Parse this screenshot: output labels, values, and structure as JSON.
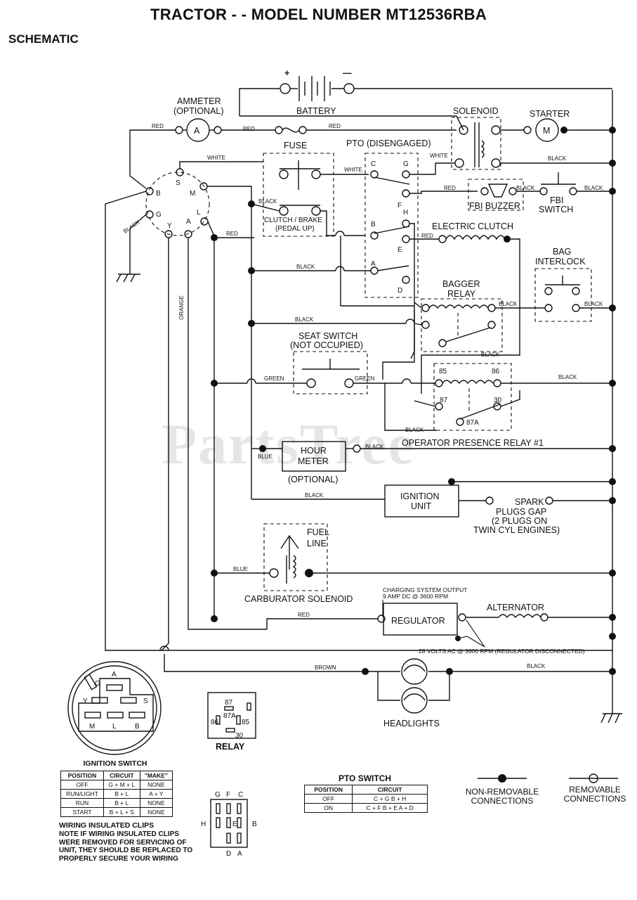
{
  "title": "TRACTOR - - MODEL NUMBER MT12536RBA",
  "subtitle": "SCHEMATIC",
  "watermark": "PartsTree",
  "labels": {
    "ammeter": "AMMETER",
    "ammeter_optional": "(OPTIONAL)",
    "battery": "BATTERY",
    "battery_plus": "+",
    "battery_minus": "—",
    "solenoid": "SOLENOID",
    "starter": "STARTER",
    "starter_symbol": "M",
    "ammeter_symbol": "A",
    "fuse": "FUSE",
    "pto": "PTO (DISENGAGED)",
    "clutch_brake": "CLUTCH / BRAKE",
    "pedal_up": "(PEDAL UP)",
    "fbi_buzzer": "FBI BUZZER",
    "fbi_switch_1": "FBI",
    "fbi_switch_2": "SWITCH",
    "electric_clutch": "ELECTRIC CLUTCH",
    "bag_interlock_1": "BAG",
    "bag_interlock_2": "INTERLOCK",
    "bagger_relay_1": "BAGGER",
    "bagger_relay_2": "RELAY",
    "seat_switch_1": "SEAT SWITCH",
    "seat_switch_2": "(NOT OCCUPIED)",
    "operator_relay": "OPERATOR PRESENCE RELAY #1",
    "hour_meter_1": "HOUR",
    "hour_meter_2": "METER",
    "hour_optional": "(OPTIONAL)",
    "ignition_unit_1": "IGNITION",
    "ignition_unit_2": "UNIT",
    "spark_1": "SPARK",
    "spark_2": "PLUGS GAP",
    "spark_3": "(2 PLUGS ON",
    "spark_4": "TWIN CYL  ENGINES)",
    "fuel_1": "FUEL",
    "fuel_2": "LINE",
    "carb_solenoid": "CARBURATOR SOLENOID",
    "charging_1": "CHARGING SYSTEM OUTPUT",
    "charging_2": "9 AMP DC @ 3600 RPM",
    "regulator": "REGULATOR",
    "alternator": "ALTERNATOR",
    "volts_ac": "28 VOLTS AC @ 3600 RPM (REGULATOR DISCONNECTED)",
    "headlights": "HEADLIGHTS",
    "relay": "RELAY",
    "ignition_switch": "IGNITION SWITCH",
    "wiring_clips": "WIRING INSULATED CLIPS",
    "wiring_note": "NOTE  IF WIRING INSULATED CLIPS WERE REMOVED FOR SERVICING OF UNIT, THEY SHOULD BE REPLACED TO PROPERLY SECURE YOUR WIRING",
    "pto_switch": "PTO SWITCH",
    "non_removable": "NON-REMOVABLE CONNECTIONS",
    "removable": "REMOVABLE CONNECTIONS"
  },
  "wires": {
    "red": "RED",
    "white": "WHITE",
    "black": "BLACK",
    "orange": "ORANGE",
    "green": "GREEN",
    "blue": "BLUE",
    "brown": "BROWN"
  },
  "terminals": {
    "ign": [
      "B",
      "S",
      "M",
      "G",
      "Y",
      "A",
      "L"
    ],
    "pto": [
      "C",
      "G",
      "F",
      "H",
      "B",
      "E",
      "A",
      "D"
    ],
    "relay": [
      "85",
      "86",
      "87",
      "30",
      "87A"
    ],
    "relay_icon": [
      "87",
      "87A",
      "86",
      "85",
      "30"
    ],
    "key": [
      "G",
      "A",
      "Y",
      "S",
      "M",
      "L",
      "B"
    ],
    "pto_plug": [
      "G",
      "F",
      "C",
      "H",
      "E",
      "B",
      "D",
      "A"
    ]
  },
  "ignition_table": {
    "headers": [
      "POSITION",
      "CIRCUIT",
      "\"MAKE\""
    ],
    "rows": [
      [
        "OFF",
        "G + M + L",
        "NONE"
      ],
      [
        "RUN/LIGHT",
        "B + L",
        "A + Y"
      ],
      [
        "RUN",
        "B + L",
        "NONE"
      ],
      [
        "START",
        "B + L + S",
        "NONE"
      ]
    ]
  },
  "pto_table": {
    "headers": [
      "POSITION",
      "CIRCUIT"
    ],
    "rows": [
      [
        "OFF",
        "C + G  B + H"
      ],
      [
        "ON",
        "C + F  B + E  A + D"
      ]
    ]
  }
}
